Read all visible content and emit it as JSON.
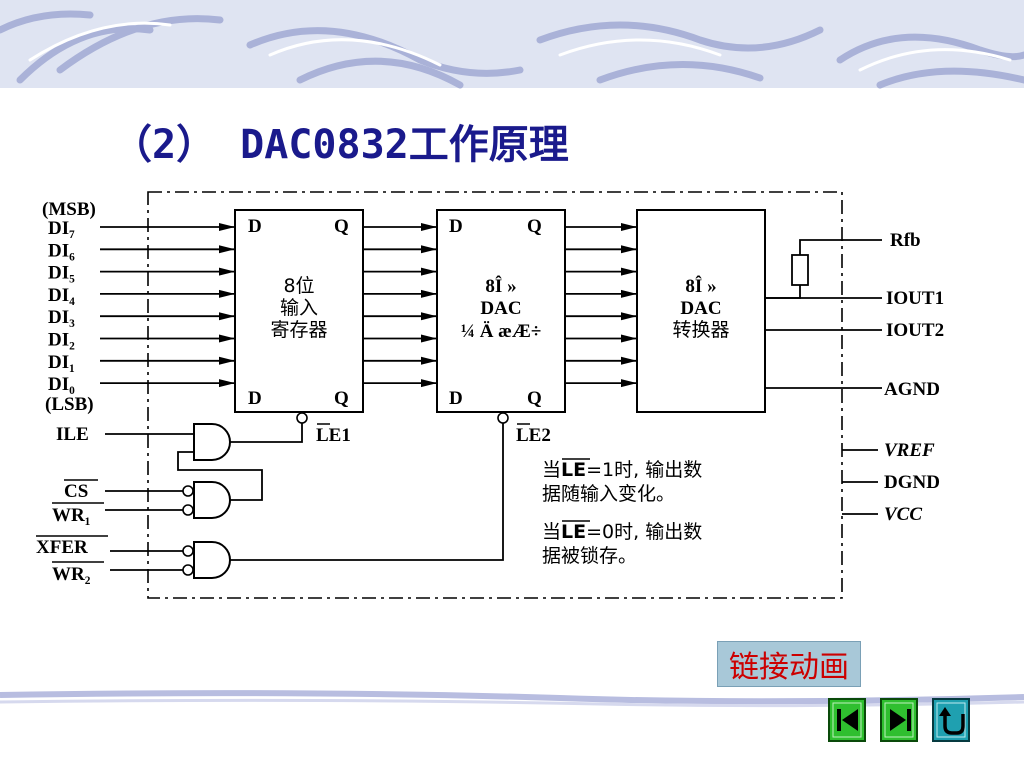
{
  "slide": {
    "title": "（2） DAC0832工作原理",
    "link_button": "链接动画",
    "nav": [
      "first-icon",
      "last-icon",
      "return-icon"
    ],
    "colors": {
      "title": "#1a1a8c",
      "link_text": "#cc0000",
      "link_bg": "#a8c8d8",
      "nav_green": "#2fbf2f",
      "nav_teal": "#1fa0b0"
    }
  },
  "diagram": {
    "msb": "(MSB)",
    "lsb": "(LSB)",
    "inputs": [
      "DI₇",
      "DI₆",
      "DI₅",
      "DI₄",
      "DI₃",
      "DI₂",
      "DI₁",
      "DI₀"
    ],
    "box1": {
      "d_top": "D",
      "q_top": "Q",
      "d_bot": "D",
      "q_bot": "Q",
      "lines": [
        "8位",
        "输入",
        "寄存器"
      ]
    },
    "box2": {
      "d_top": "D",
      "q_top": "Q",
      "d_bot": "D",
      "q_bot": "Q",
      "lines": [
        "8Î »",
        "DAC",
        "¼ Ä æÆ÷"
      ]
    },
    "box3": {
      "lines": [
        "8Î »",
        "DAC",
        "转换器"
      ]
    },
    "le1": "LE1",
    "le2": "LE2",
    "control_inputs": {
      "ile": "ILE",
      "cs": "CS",
      "wr1": "WR₁",
      "xfer": "XFER",
      "wr2": "WR₂"
    },
    "outputs": {
      "rfb": "Rfb",
      "iout1": "IOUT1",
      "iout2": "IOUT2",
      "agnd": "AGND",
      "vref": "VREF",
      "dgnd": "DGND",
      "vcc": "VCC"
    },
    "notes": {
      "note1_prefix": "当",
      "note1_le": "LE",
      "note1_rest": "=1时, 输出数",
      "note1_line2": "据随输入变化。",
      "note2_prefix": "当",
      "note2_le": "LE",
      "note2_rest": "=0时, 输出数",
      "note2_line2": "据被锁存。"
    }
  }
}
